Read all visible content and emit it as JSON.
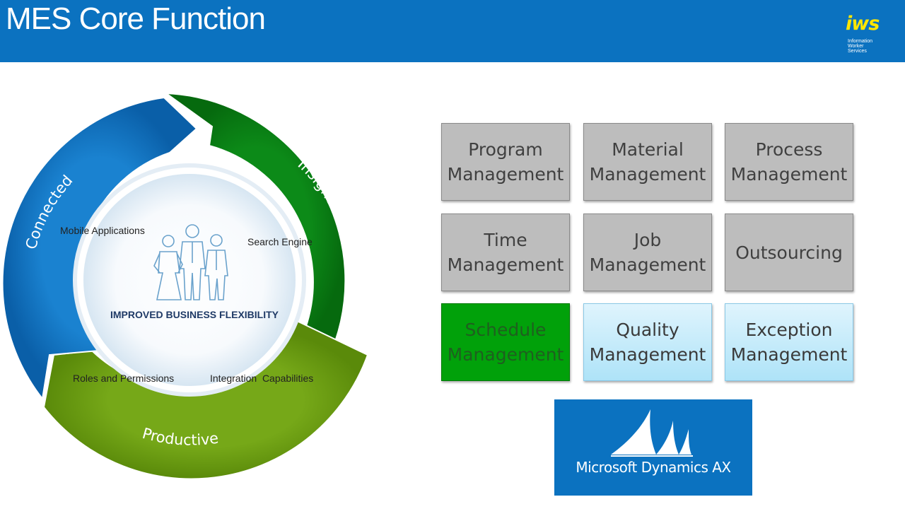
{
  "header": {
    "title": "MES Core Function"
  },
  "logo": {
    "mark": "iws",
    "lines": [
      "Information",
      "Worker",
      "Services"
    ]
  },
  "cycle": {
    "segments": {
      "connected": "Connected",
      "insightful": "Insightful",
      "productive": "Productive"
    },
    "center_label": "IMPROVED BUSINESS FLEXIBILITY",
    "features": {
      "mobile": "Mobile Applications",
      "search": "Search Engine",
      "roles": "Roles and Permissions",
      "integration": "Integration  Capabilities"
    },
    "colors": {
      "blue": "#0b72c0",
      "green": "#0b7a14",
      "olive": "#6b9a10"
    }
  },
  "tiles": [
    {
      "text": "Program Management",
      "style": "gray"
    },
    {
      "text": "Material Management",
      "style": "gray"
    },
    {
      "text": "Process Management",
      "style": "gray"
    },
    {
      "text": "Time Management",
      "style": "gray"
    },
    {
      "text": "Job Management",
      "style": "gray"
    },
    {
      "text": "Outsourcing",
      "style": "gray"
    },
    {
      "text": "Schedule Management",
      "style": "green"
    },
    {
      "text": "Quality Management",
      "style": "light"
    },
    {
      "text": "Exception Management",
      "style": "light"
    }
  ],
  "product": {
    "name": "Microsoft Dynamics AX"
  }
}
